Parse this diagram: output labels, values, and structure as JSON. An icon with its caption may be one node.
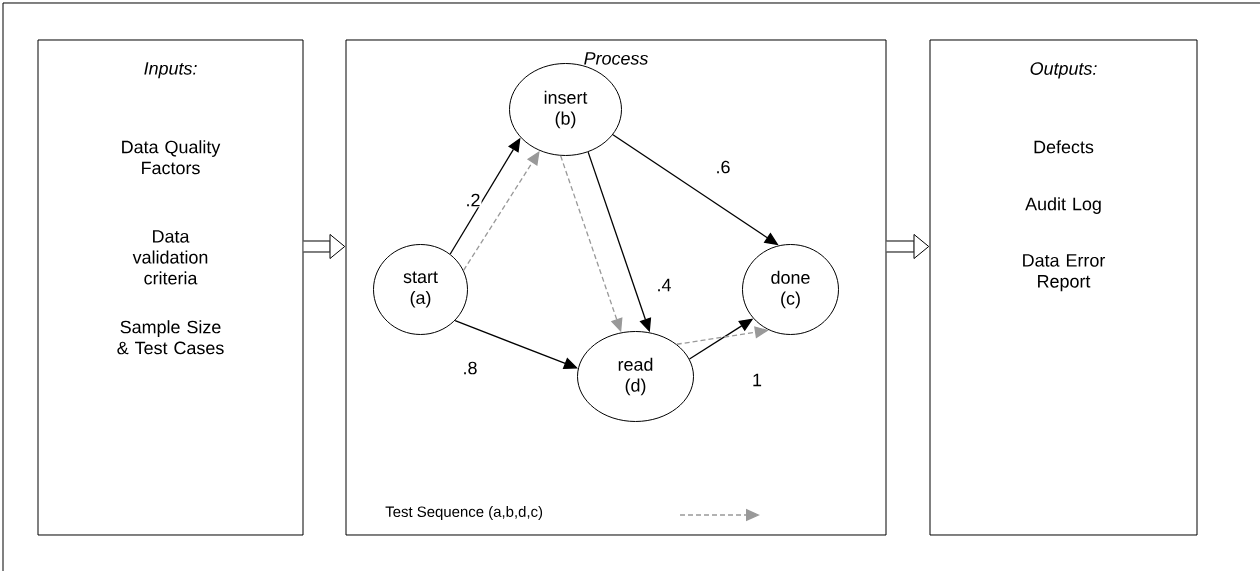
{
  "diagram": {
    "nodes": [
      {
        "text": [
          "Inputs:",
          "Data Quality Factors",
          "Data validation criteria",
          "Sample Size & Test Cases"
        ]
      },
      {
        "text": [
          "Process"
        ]
      },
      {
        "text": [
          "start (a)"
        ],
        "in": 1
      },
      {
        "text": [
          "insert (b)"
        ],
        "in": 1
      },
      {
        "text": [
          "done (c)"
        ],
        "in": 1
      },
      {
        "text": [
          "read (d)"
        ],
        "in": 1
      },
      {
        "text": [
          "Outputs:",
          "Defects",
          "Audit Log",
          "Data Error Report"
        ]
      }
    ],
    "edges": [
      {
        "from": 0,
        "to": 1,
        "arrow": "to",
        "style": "thick"
      },
      {
        "from": 1,
        "to": 6,
        "arrow": "to",
        "style": "thick"
      },
      {
        "from": 2,
        "to": 3,
        "arrow": "to",
        "label": ".2"
      },
      {
        "from": 3,
        "to": 4,
        "arrow": "to",
        "label": ".6"
      },
      {
        "from": 3,
        "to": 5,
        "arrow": "to",
        "label": ".4"
      },
      {
        "from": 2,
        "to": 5,
        "arrow": "to",
        "label": ".8"
      },
      {
        "from": 5,
        "to": 4,
        "arrow": "to",
        "label": "1"
      },
      {
        "from": 2,
        "to": 3,
        "arrow": "to",
        "style": "dashed",
        "color": "#999999"
      },
      {
        "from": 3,
        "to": 5,
        "arrow": "to",
        "style": "dashed",
        "color": "#999999"
      },
      {
        "from": 5,
        "to": 4,
        "arrow": "to",
        "style": "dashed",
        "color": "#999999"
      }
    ],
    "legend": [
      {
        "text": "Test Sequence (a,b,d,c)"
      }
    ]
  }
}
